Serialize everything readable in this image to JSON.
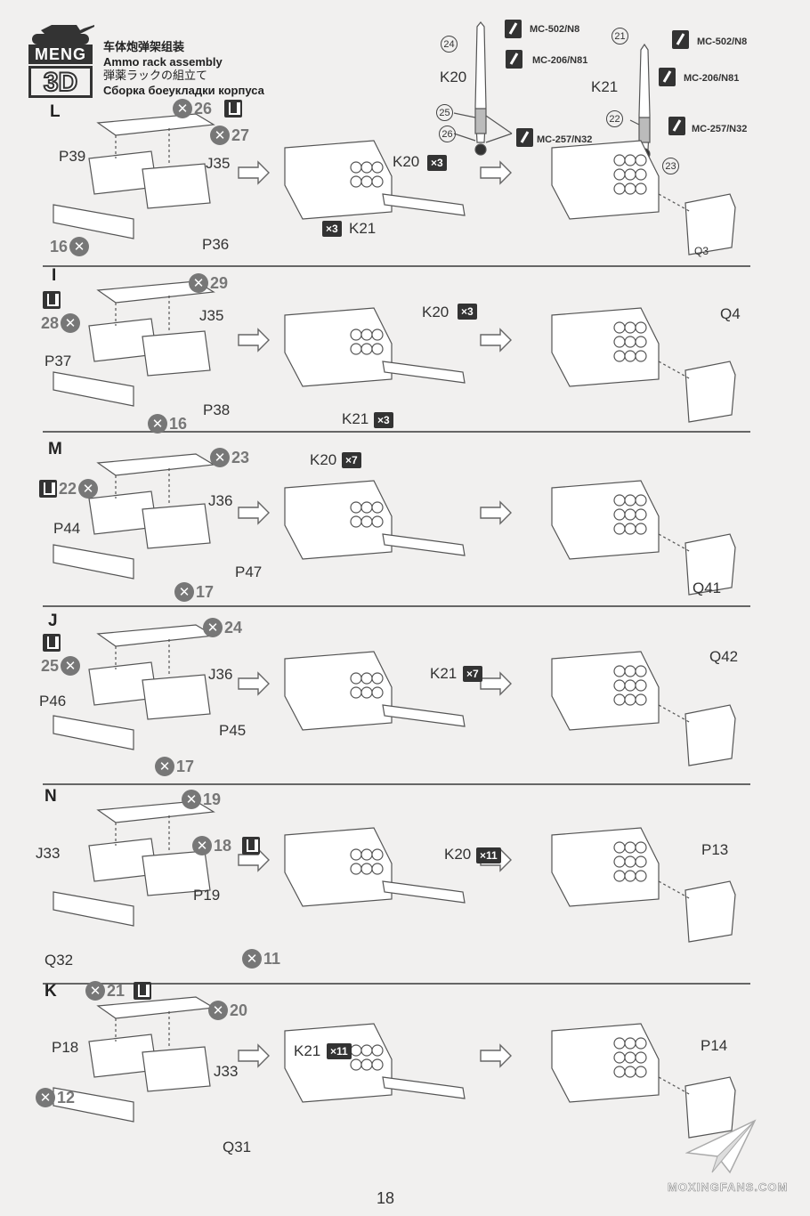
{
  "header": {
    "brand_top": "MENG",
    "brand_bottom": "3D",
    "title_zh": "车体炮弹架组装",
    "title_en": "Ammo rack assembly",
    "title_ja": "弾薬ラックの組立て",
    "title_ru": "Сборка боеукладки корпуса"
  },
  "ammo_legend": {
    "k20": {
      "label": "K20",
      "parts": [
        "24",
        "25",
        "26"
      ],
      "paints": [
        "MC-502/N8",
        "MC-206/N81",
        "MC-257/N32"
      ]
    },
    "k21": {
      "label": "K21",
      "parts": [
        "21",
        "22",
        "23"
      ],
      "paints": [
        "MC-502/N8",
        "MC-206/N81",
        "MC-257/N32"
      ]
    }
  },
  "steps": [
    {
      "id": "L",
      "cuts": [
        "26",
        "27",
        "16"
      ],
      "parts": [
        "P39",
        "J35",
        "P36",
        "K20",
        "K21",
        "Q3"
      ],
      "qty": [
        "×3",
        "×3"
      ]
    },
    {
      "id": "I",
      "cuts": [
        "29",
        "28",
        "16"
      ],
      "parts": [
        "J35",
        "P37",
        "P38",
        "K20",
        "K21",
        "Q4"
      ],
      "qty": [
        "×3",
        "×3"
      ]
    },
    {
      "id": "M",
      "cuts": [
        "23",
        "22",
        "17"
      ],
      "parts": [
        "J36",
        "P44",
        "P47",
        "K20",
        "Q41"
      ],
      "qty": [
        "×7"
      ]
    },
    {
      "id": "J",
      "cuts": [
        "24",
        "25",
        "17"
      ],
      "parts": [
        "J36",
        "P46",
        "P45",
        "K21",
        "Q42"
      ],
      "qty": [
        "×7"
      ]
    },
    {
      "id": "N",
      "cuts": [
        "19",
        "18",
        "11"
      ],
      "parts": [
        "J33",
        "P19",
        "Q32",
        "K20",
        "P13"
      ],
      "qty": [
        "×11"
      ]
    },
    {
      "id": "K",
      "cuts": [
        "21",
        "20",
        "12"
      ],
      "parts": [
        "P18",
        "J33",
        "Q31",
        "K21",
        "P14"
      ],
      "qty": [
        "×11"
      ]
    }
  ],
  "page_number": "18",
  "watermark": "MOXINGFANS.COM"
}
